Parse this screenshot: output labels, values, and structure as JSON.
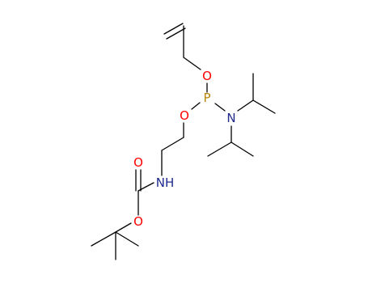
{
  "atoms": {
    "o_allyl": {
      "symbol": "O",
      "color": "#ff0000"
    },
    "phosphorus": {
      "symbol": "P",
      "color": "#b8860b"
    },
    "o_ethyl": {
      "symbol": "O",
      "color": "#ff0000"
    },
    "nitrogen_amine": {
      "symbol": "N",
      "color": "#1e2a8c"
    },
    "nh_carbamate": {
      "symbol": "NH",
      "color": "#1e2a8c"
    },
    "o_carbonyl": {
      "symbol": "O",
      "color": "#ff0000"
    },
    "o_ester": {
      "symbol": "O",
      "color": "#ff0000"
    }
  }
}
